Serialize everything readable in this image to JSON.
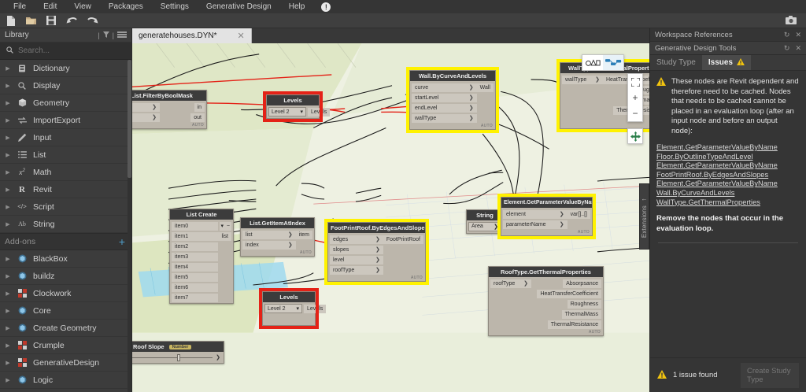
{
  "menu": {
    "items": [
      "File",
      "Edit",
      "View",
      "Packages",
      "Settings",
      "Generative Design",
      "Help"
    ],
    "notification_icon": "exclamation-circle-icon"
  },
  "toolbar": {
    "icons": [
      "new-file-icon",
      "open-folder-icon",
      "save-icon",
      "undo-icon",
      "redo-icon"
    ],
    "screenshot_icon": "camera-icon"
  },
  "library": {
    "title": "Library",
    "header_icons": [
      "filter-icon",
      "list-view-icon"
    ],
    "search": {
      "placeholder": "Search...",
      "value": "",
      "icon": "search-icon"
    },
    "categories": [
      {
        "label": "Dictionary",
        "icon": "book-icon"
      },
      {
        "label": "Display",
        "icon": "magnifier-icon"
      },
      {
        "label": "Geometry",
        "icon": "cube-icon"
      },
      {
        "label": "ImportExport",
        "icon": "arrows-exchange-icon"
      },
      {
        "label": "Input",
        "icon": "pencil-icon"
      },
      {
        "label": "List",
        "icon": "list-icon"
      },
      {
        "label": "Math",
        "icon": "x-squared-icon"
      },
      {
        "label": "Revit",
        "icon": "revit-r-icon"
      },
      {
        "label": "Script",
        "icon": "code-icon"
      },
      {
        "label": "String",
        "icon": "ab-icon"
      }
    ],
    "addons": {
      "title": "Add-ons",
      "add_icon": "plus-icon",
      "items": [
        {
          "label": "BlackBox",
          "icon": "package-blue-icon"
        },
        {
          "label": "buildz",
          "icon": "package-blue-icon"
        },
        {
          "label": "Clockwork",
          "icon": "package-red-icon"
        },
        {
          "label": "Core",
          "icon": "package-blue-icon"
        },
        {
          "label": "Create Geometry",
          "icon": "package-blue-icon"
        },
        {
          "label": "Crumple",
          "icon": "package-red-icon"
        },
        {
          "label": "GenerativeDesign",
          "icon": "package-red-icon"
        },
        {
          "label": "Logic",
          "icon": "package-blue-icon"
        }
      ]
    }
  },
  "canvas": {
    "tab": {
      "label": "generatehouses.DYN*",
      "close_icon": "close-icon"
    },
    "view_toggle": {
      "geometry_icon": "3d-geometry-icon",
      "graph_icon": "node-graph-icon",
      "active": "graph"
    },
    "zoom_controls": {
      "fit_icon": "fit-to-screen-icon",
      "zoom_in": "+",
      "zoom_out": "−"
    },
    "pan_button_icon": "pan-move-icon",
    "extensions_tab": {
      "label": "Extensions",
      "arrow_icon": "chevron-left-icon"
    },
    "auto_label": "AUTO",
    "nodes": [
      {
        "id": "list-filter-bool-mask",
        "title": "List.FilterByBoolMask",
        "inputs": [
          "",
          ""
        ],
        "outputs": [
          "in",
          "out"
        ],
        "selection": "none"
      },
      {
        "id": "levels-top",
        "title": "Levels",
        "dropdown_value": "Level 2",
        "outputs": [
          "Levels"
        ],
        "selection": "red"
      },
      {
        "id": "wall-by-curve-and-levels",
        "title": "Wall.ByCurveAndLevels",
        "inputs": [
          "curve",
          "startLevel",
          "endLevel",
          "wallType"
        ],
        "outputs": [
          "Wall"
        ],
        "selection": "yellow"
      },
      {
        "id": "walltype-get-thermal-properties",
        "title": "WallType.GetThermalProperties",
        "inputs": [
          "wallType"
        ],
        "outputs": [
          "HeatTransferCoefficient",
          "Roughness",
          "ThermalMass",
          "ThermalResistance"
        ],
        "selection": "yellow"
      },
      {
        "id": "list-create",
        "title": "List Create",
        "inputs": [
          "item0",
          "item1",
          "item2",
          "item3",
          "item4",
          "item5",
          "item6",
          "item7"
        ],
        "outputs": [
          "list"
        ],
        "selection": "none"
      },
      {
        "id": "list-get-item-at-index",
        "title": "List.GetItemAtIndex",
        "inputs": [
          "list",
          "index"
        ],
        "outputs": [
          "item"
        ],
        "selection": "none"
      },
      {
        "id": "footprintroof-by-edges-and-slopes",
        "title": "FootPrintRoof.ByEdgesAndSlopes",
        "inputs": [
          "edges",
          "slopes",
          "level",
          "roofType"
        ],
        "outputs": [
          "FootPrintRoof"
        ],
        "selection": "yellow"
      },
      {
        "id": "string-node",
        "title": "String",
        "value": "Area",
        "selection": "none"
      },
      {
        "id": "element-get-parameter-value-by-name",
        "title": "Element.GetParameterValueByName",
        "inputs": [
          "element",
          "parameterName"
        ],
        "outputs": [
          "var[]..[]"
        ],
        "selection": "yellow"
      },
      {
        "id": "rooftype-get-thermal-properties",
        "title": "RoofType.GetThermalProperties",
        "inputs": [
          "roofType"
        ],
        "outputs": [
          "Absorpsance",
          "HeatTransferCoefficient",
          "Roughness",
          "ThermalMass",
          "ThermalResistance"
        ],
        "selection": "none"
      },
      {
        "id": "levels-bottom",
        "title": "Levels",
        "dropdown_value": "Level 2",
        "outputs": [
          "Levels"
        ],
        "selection": "red"
      },
      {
        "id": "roof-slope-slider",
        "title": "Roof Slope",
        "badge": "Number",
        "selection": "none"
      }
    ]
  },
  "right_panel": {
    "panels": [
      {
        "title": "Workspace References",
        "refresh_icon": "refresh-icon",
        "close_icon": "close-icon"
      },
      {
        "title": "Generative Design Tools",
        "refresh_icon": "refresh-icon",
        "close_icon": "close-icon"
      }
    ],
    "tabs": [
      {
        "label": "Study Type",
        "active": false
      },
      {
        "label": "Issues",
        "active": true,
        "icon": "warning-triangle-icon"
      }
    ],
    "issue": {
      "icon": "warning-triangle-icon",
      "message": "These nodes are Revit dependent and therefore need to be cached.  Nodes that needs to be cached cannot be placed in an evaluation loop (after an input node and before an output node):",
      "nodes": [
        "Element.GetParameterValueByName",
        "Floor.ByOutlineTypeAndLevel",
        "Element.GetParameterValueByName",
        "FootPrintRoof.ByEdgesAndSlopes",
        "Element.GetParameterValueByName",
        "Wall.ByCurveAndLevels",
        "WallType.GetThermalProperties"
      ],
      "remedy": "Remove the nodes that occur in the evaluation loop."
    },
    "footer": {
      "icon": "warning-triangle-icon",
      "status": "1 issue found",
      "create_button": "Create Study Type"
    }
  },
  "colors": {
    "warning_yellow": "#f2c40f",
    "selection_yellow": "#fff200",
    "selection_red": "#e42217",
    "accent_blue": "#4f9ec9"
  }
}
